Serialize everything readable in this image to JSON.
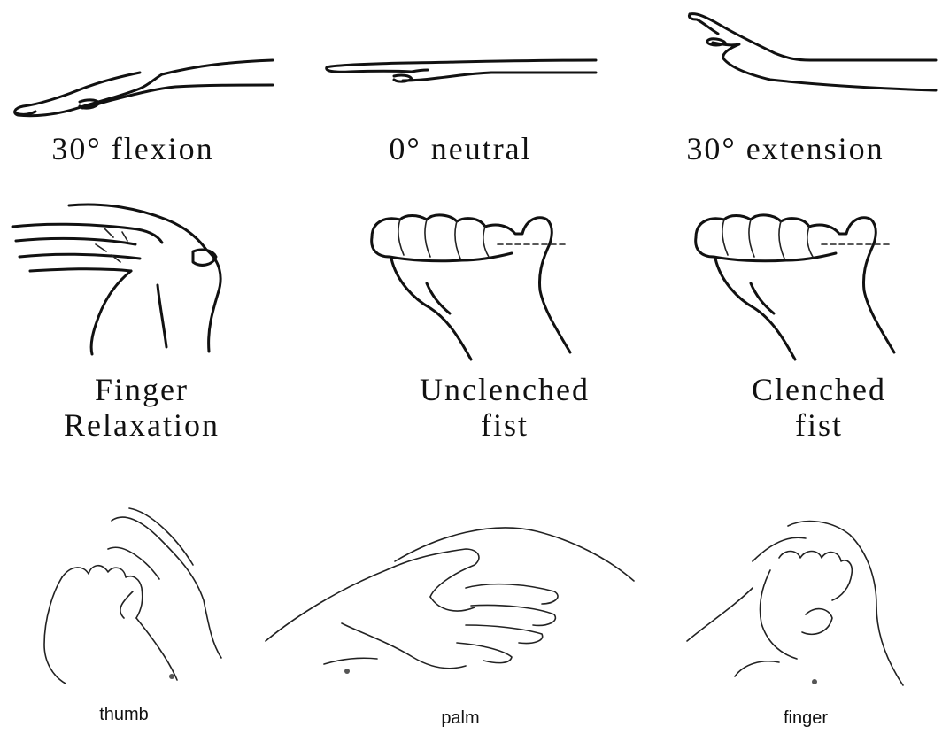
{
  "wrist_row": {
    "flexion": "30° flexion",
    "neutral": "0° neutral",
    "extension": "30° extension"
  },
  "hand_row": {
    "relaxation": [
      "Finger",
      "Relaxation"
    ],
    "unclenched": [
      "Unclenched",
      "fist"
    ],
    "clenched": [
      "Clenched",
      "fist"
    ]
  },
  "massage_row": {
    "thumb": "thumb",
    "palm": "palm",
    "finger": "finger"
  },
  "icons": [
    "flexed-wrist-icon",
    "neutral-wrist-icon",
    "extended-wrist-icon",
    "open-hand-icon",
    "fist-icon",
    "thumb-massage-icon",
    "palm-massage-icon",
    "finger-massage-icon"
  ]
}
